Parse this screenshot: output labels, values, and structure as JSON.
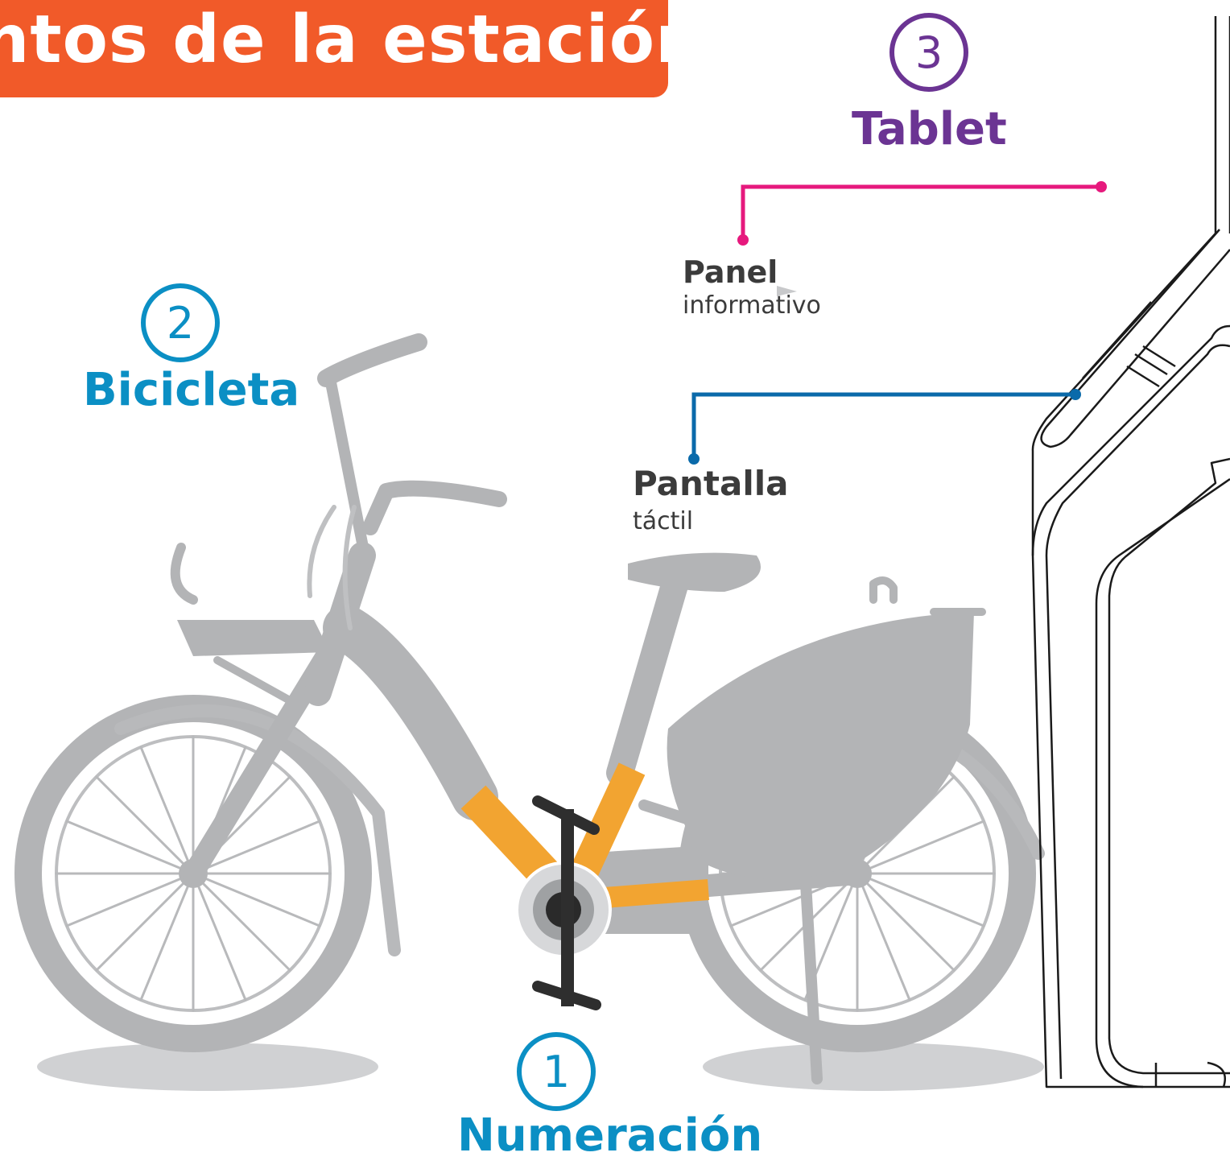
{
  "header": {
    "title": "ntos de la estación"
  },
  "callouts": {
    "numeracion": {
      "number": "1",
      "label": "Numeración"
    },
    "bicicleta": {
      "number": "2",
      "label": "Bicicleta"
    },
    "tablet": {
      "number": "3",
      "label": "Tablet"
    },
    "panel": {
      "title": "Panel",
      "subtitle": "informativo"
    },
    "pantalla": {
      "title": "Pantalla",
      "subtitle": "táctil"
    }
  },
  "colors": {
    "banner": "#f15a29",
    "blue": "#0b8fc4",
    "purple": "#6b3493",
    "magenta": "#e6197d",
    "dark_blue": "#0a6aaa",
    "bike_gray": "#b3b4b6",
    "frame_orange": "#f2a431",
    "dark_text": "#3b3b3b"
  },
  "icons": {
    "bike": "bicycle-illustration",
    "station": "station-kiosk-outline",
    "bike_dock": "bike-dock-post"
  }
}
